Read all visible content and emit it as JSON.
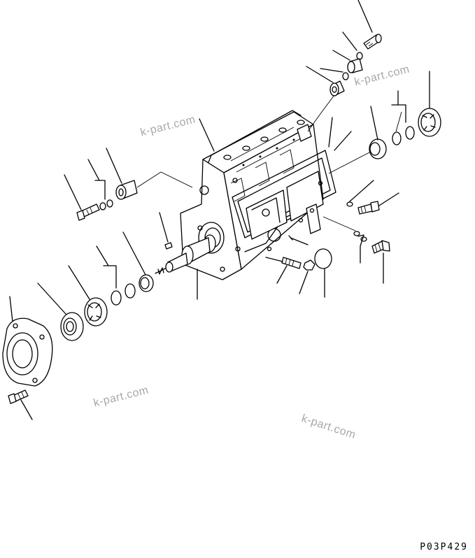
{
  "watermarks": [
    "k-part.com",
    "k-part.com",
    "k-part.com",
    "k-part.com"
  ],
  "drawing_code": "P03P429"
}
